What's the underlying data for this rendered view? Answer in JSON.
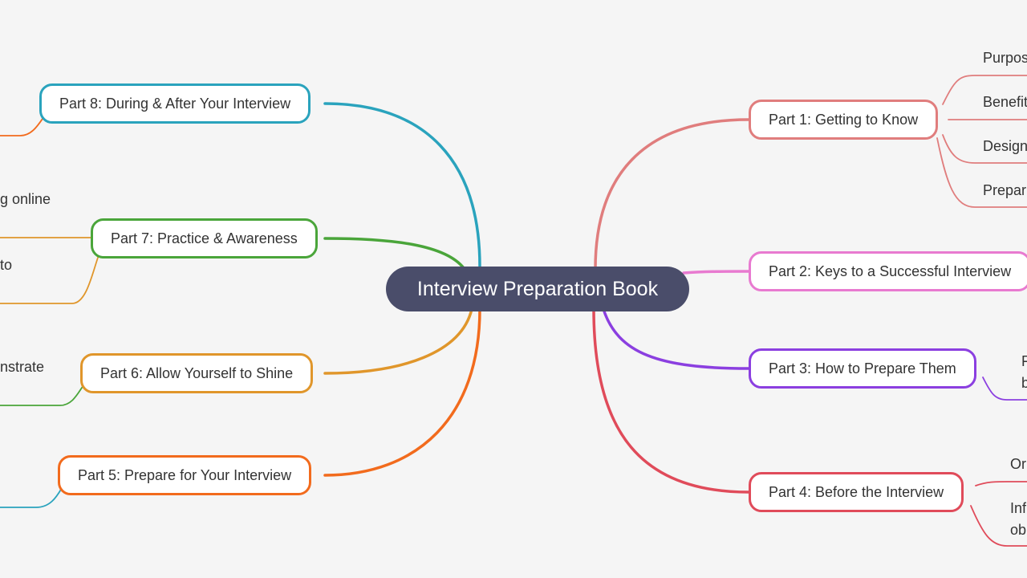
{
  "root": {
    "label": "Interview Preparation Book",
    "color": "#4a4d6a"
  },
  "branches": [
    {
      "key": "p1",
      "label": "Part 1: Getting to Know",
      "color": "#e07d7d",
      "leaves": [
        "Purpos",
        "Benefit",
        "Design",
        "Prepar"
      ]
    },
    {
      "key": "p2",
      "label": "Part 2: Keys to a Successful Interview",
      "color": "#e87ad0",
      "leaves": []
    },
    {
      "key": "p3",
      "label": "Part 3: How to Prepare Them",
      "color": "#8b3fe0",
      "leaves": [
        "F",
        "b"
      ]
    },
    {
      "key": "p4",
      "label": "Part 4: Before the Interview",
      "color": "#e04b5a",
      "leaves": [
        "Or",
        "Inf",
        "ob"
      ]
    },
    {
      "key": "p5",
      "label": "Part 5: Prepare for Your Interview",
      "color": "#f26b1d",
      "leaves": []
    },
    {
      "key": "p6",
      "label": "Part 6: Allow Yourself to Shine",
      "color": "#e0962b",
      "leaves": [
        "nstrate"
      ]
    },
    {
      "key": "p7",
      "label": "Part 7: Practice & Awareness",
      "color": "#4aa53a",
      "leaves": [
        "g online",
        "to"
      ]
    },
    {
      "key": "p8",
      "label": "Part 8: During & After Your Interview",
      "color": "#2aa3bd",
      "leaves": []
    }
  ],
  "sub_link_colors": {
    "p5": "#2aa3bd",
    "p6": "#4aa53a",
    "p7": "#e0962b",
    "p8": "#f26b1d"
  }
}
